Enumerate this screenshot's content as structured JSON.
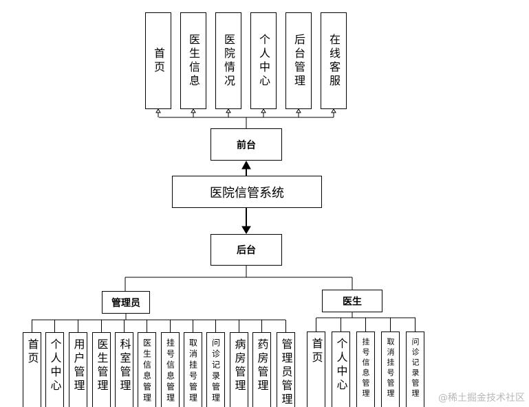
{
  "diagram": {
    "root": "医院信管系统",
    "frontend": {
      "label": "前台",
      "children": [
        "首页",
        "医生信息",
        "医院情况",
        "个人中心",
        "后台管理",
        "在线客服"
      ]
    },
    "backend": {
      "label": "后台",
      "admin": {
        "label": "管理员",
        "children": [
          "首页",
          "个人中心",
          "用户管理",
          "医生管理",
          "科室管理",
          "医生信息管理",
          "挂号信息管理",
          "取消挂号管理",
          "问诊记录管理",
          "病房管理",
          "药房管理",
          "管理员管理"
        ]
      },
      "doctor": {
        "label": "医生",
        "children": [
          "首页",
          "个人中心",
          "挂号信息管理",
          "取消挂号管理",
          "问诊记录管理"
        ]
      }
    }
  },
  "watermark": "@稀土掘金技术社区",
  "colors": {
    "line": "#000000",
    "watermark": "#b8b8b8"
  }
}
